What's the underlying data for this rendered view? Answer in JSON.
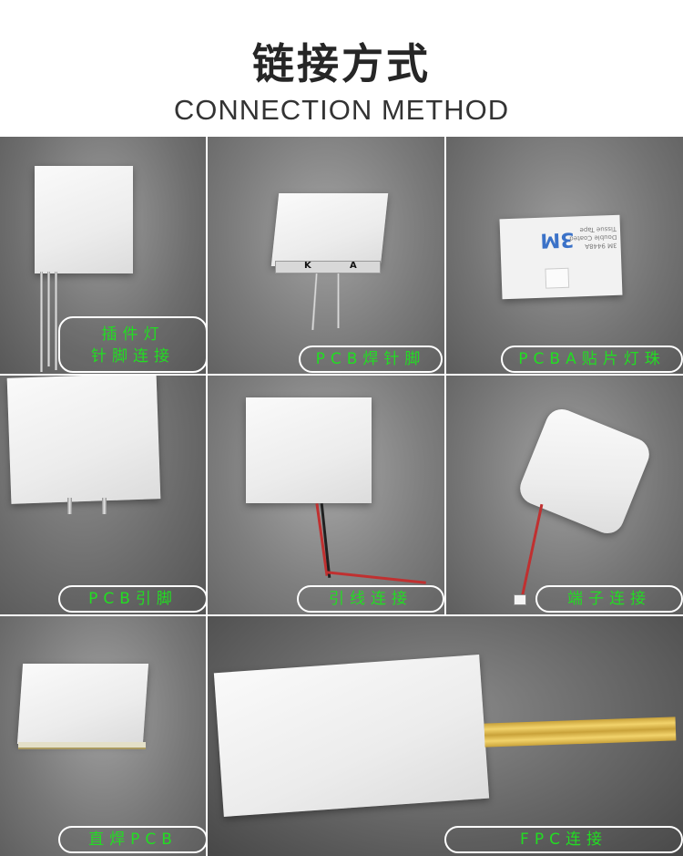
{
  "header": {
    "title_cn": "链接方式",
    "title_en": "CONNECTION METHOD"
  },
  "cells": [
    {
      "label_line1": "插件灯",
      "label_line2": "针脚连接"
    },
    {
      "label": "PCB焊针脚",
      "marks": {
        "k": "K",
        "a": "A"
      }
    },
    {
      "label": "PCBA贴片灯珠",
      "tape_text": [
        "3M 9448A",
        "Double Coated Tissue Tape"
      ]
    },
    {
      "label": "PCB引脚"
    },
    {
      "label": "引线连接"
    },
    {
      "label": "端子连接"
    },
    {
      "label": "直焊PCB"
    },
    {
      "label": "FPC连接"
    }
  ],
  "colors": {
    "label_text": "#22dd22",
    "pill_border": "#ffffff",
    "title": "#262626"
  }
}
